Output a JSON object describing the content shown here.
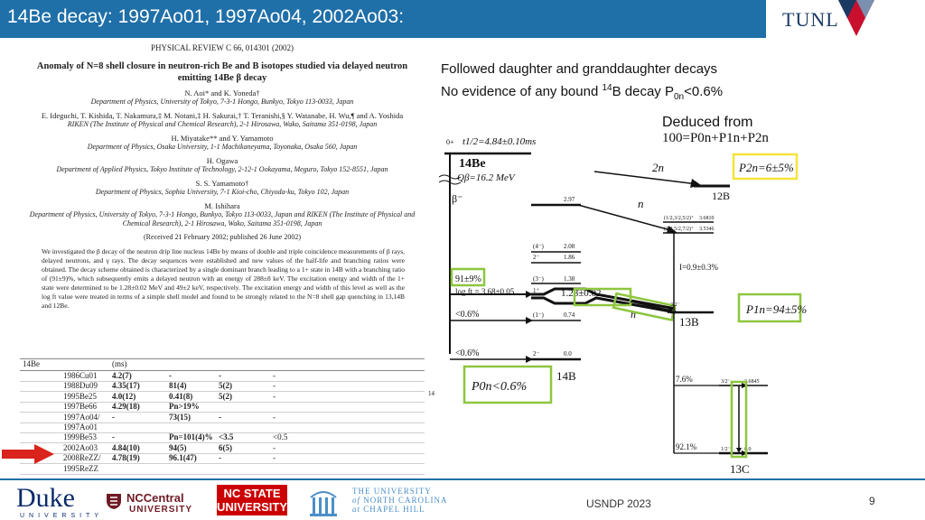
{
  "slide": {
    "title": "14Be decay: 1997Ao01, 1997Ao04, 2002Ao03:",
    "logo_text": "TUNL",
    "footer": "USNDP 2023",
    "page_number": "9"
  },
  "notes": {
    "line1": "Followed daughter and granddaughter decays",
    "line2_pre": "No evidence of any bound ",
    "line2_sup": "14",
    "line2_mid": "B decay P",
    "line2_sub": "0n",
    "line2_post": "<0.6%"
  },
  "deduced": {
    "line1": "Deduced from",
    "line2": "100=P0n+P1n+P2n"
  },
  "paper": {
    "journal": "PHYSICAL REVIEW C 66, 014301 (2002)",
    "title_line1": "Anomaly of N=8 shell closure in neutron-rich Be and B isotopes studied via delayed neutron",
    "title_line2": "emitting 14Be β decay",
    "blocks": [
      {
        "authors": "N. Aoi* and K. Yoneda†",
        "aff": "Department of Physics, University of Tokyo, 7-3-1 Hongo, Bunkyo, Tokyo 113-0033, Japan"
      },
      {
        "authors": "E. Ideguchi, T. Kishida, T. Nakamura,‡ M. Notani,‡ H. Sakurai,† T. Teranishi,§ Y. Watanabe, H. Wu,¶ and A. Yoshida",
        "aff": "RIKEN (The Institute of Physical and Chemical Research), 2-1 Hirosawa, Wako, Saitama 351-0198, Japan"
      },
      {
        "authors": "H. Miyatake** and Y. Yamamoto",
        "aff": "Department of Physics, Osaka University, 1-1 Machikaneyama, Toyonaka, Osaka 560, Japan"
      },
      {
        "authors": "H. Ogawa",
        "aff": "Department of Applied Physics, Tokyo Institute of Technology, 2-12-1 Ookayama, Meguro, Tokyo 152-8551, Japan"
      },
      {
        "authors": "S. S. Yamamoto†",
        "aff": "Department of Physics, Sophia University, 7-1 Kioi-cho, Chiyoda-ku, Tokyo 102, Japan"
      },
      {
        "authors": "M. Ishihara",
        "aff": "Department of Physics, University of Tokyo, 7-3-1 Hongo, Bunkyo, Tokyo 113-0033, Japan and RIKEN (The Institute of Physical and Chemical Research), 2-1 Hirosawa, Wako, Saitama 351-0198, Japan"
      }
    ],
    "received": "(Received 21 February 2002; published 26 June 2002)",
    "abstract": "We investigated the β decay of the neutron drip line nucleus 14Be by means of double and triple coincidence measurements of β rays, delayed neutrons, and γ rays. The decay sequences were established and new values of the half-life and branching ratios were obtained. The decay scheme obtained is characterized by a single dominant branch leading to a 1+ state in 14B with a branching ratio of (91±9)%, which subsequently emits a delayed neutron with an energy of 288±8 keV. The excitation energy and width of the 1+ state were determined to be 1.28±0.02 MeV and 49±2 keV, respectively. The excitation energy and width of this level as well as the log ft value were treated in terms of a simple shell model and found to be strongly related to the N=8 shell gap quenching in 13,14B and 12Be."
  },
  "table": {
    "nucleus": "14Be",
    "unit": "(ms)",
    "rows": [
      [
        "1986Cu01",
        "4.2(7)",
        "-",
        "-",
        "-"
      ],
      [
        "1988Du09",
        "4.35(17)",
        "81(4)",
        "5(2)",
        "-"
      ],
      [
        "1995Be25",
        "4.0(12)",
        "0.41(8)",
        "5(2)",
        "-"
      ],
      [
        "1997Be66",
        "4.29(18)",
        "Pn>19%",
        "",
        ""
      ],
      [
        "1997Ao04/",
        "-",
        "73(15)",
        "-",
        "-"
      ],
      [
        "1997Ao01",
        "",
        "",
        "",
        ""
      ],
      [
        "1999Be53",
        "-",
        "Pn=101(4)%",
        "<3.5",
        "<0.5"
      ],
      [
        "2002Ao03",
        "4.84(10)",
        "94(5)",
        "6(5)",
        "-"
      ],
      [
        "2008ReZZ/",
        "4.78(19)",
        "96.1(47)",
        "-",
        "-"
      ],
      [
        "1995ReZZ",
        "",
        "",
        "",
        ""
      ]
    ]
  },
  "scheme": {
    "half_life": "t1/2=4.84±0.10ms",
    "parent": "14Be",
    "parent_spin": "0+",
    "qbeta": "Qβ=16.2 MeV",
    "beta": "β⁻",
    "levels_14B": [
      {
        "jp": "",
        "e": "2.97"
      },
      {
        "jp": "(4⁻)",
        "e": "2.08"
      },
      {
        "jp": "2⁻",
        "e": "1.86"
      },
      {
        "jp": "(3⁻)",
        "e": "1.38"
      },
      {
        "jp": "1⁺",
        "e": "1.28±0.02"
      },
      {
        "jp": "(1⁻)",
        "e": "0.74"
      },
      {
        "jp": "2⁻",
        "e": "0.0"
      }
    ],
    "bf_main": "91±9%",
    "logft": "log ft = 3.68±0.05",
    "bf_074": "<0.6%",
    "bf_gs": "<0.6%",
    "p0n": "P0n<0.6%",
    "daughter": "14B",
    "n_label": "n",
    "n_label2": "n",
    "two_n": "2n",
    "p2n": "P2n=6±5%",
    "b12": "12B",
    "b13_levels": [
      {
        "jp": "(1/2,3/2,5/2)⁺",
        "e": "3.6810"
      },
      {
        "jp": "(1/2,5/2,7/2)⁺",
        "e": "3.5346"
      },
      {
        "jp": "3/2⁻",
        "e": ""
      }
    ],
    "b13_branch": "I=0.9±0.3%",
    "p1n": "P1n=94±5%",
    "b13": "13B",
    "c13_levels": [
      {
        "jp": "3/2⁻",
        "e": "3.6845"
      },
      {
        "jp": "1/2⁻",
        "e": "0.0"
      }
    ],
    "c13_b1": "7.6%",
    "c13_b2": "92.1%",
    "c13": "13C",
    "cut_label": "14"
  },
  "colors": {
    "header": "#1f6fa8",
    "highlight_green": "#8dc63f",
    "highlight_yellow": "#f5e43a",
    "red_arrow": "#d9231c"
  }
}
